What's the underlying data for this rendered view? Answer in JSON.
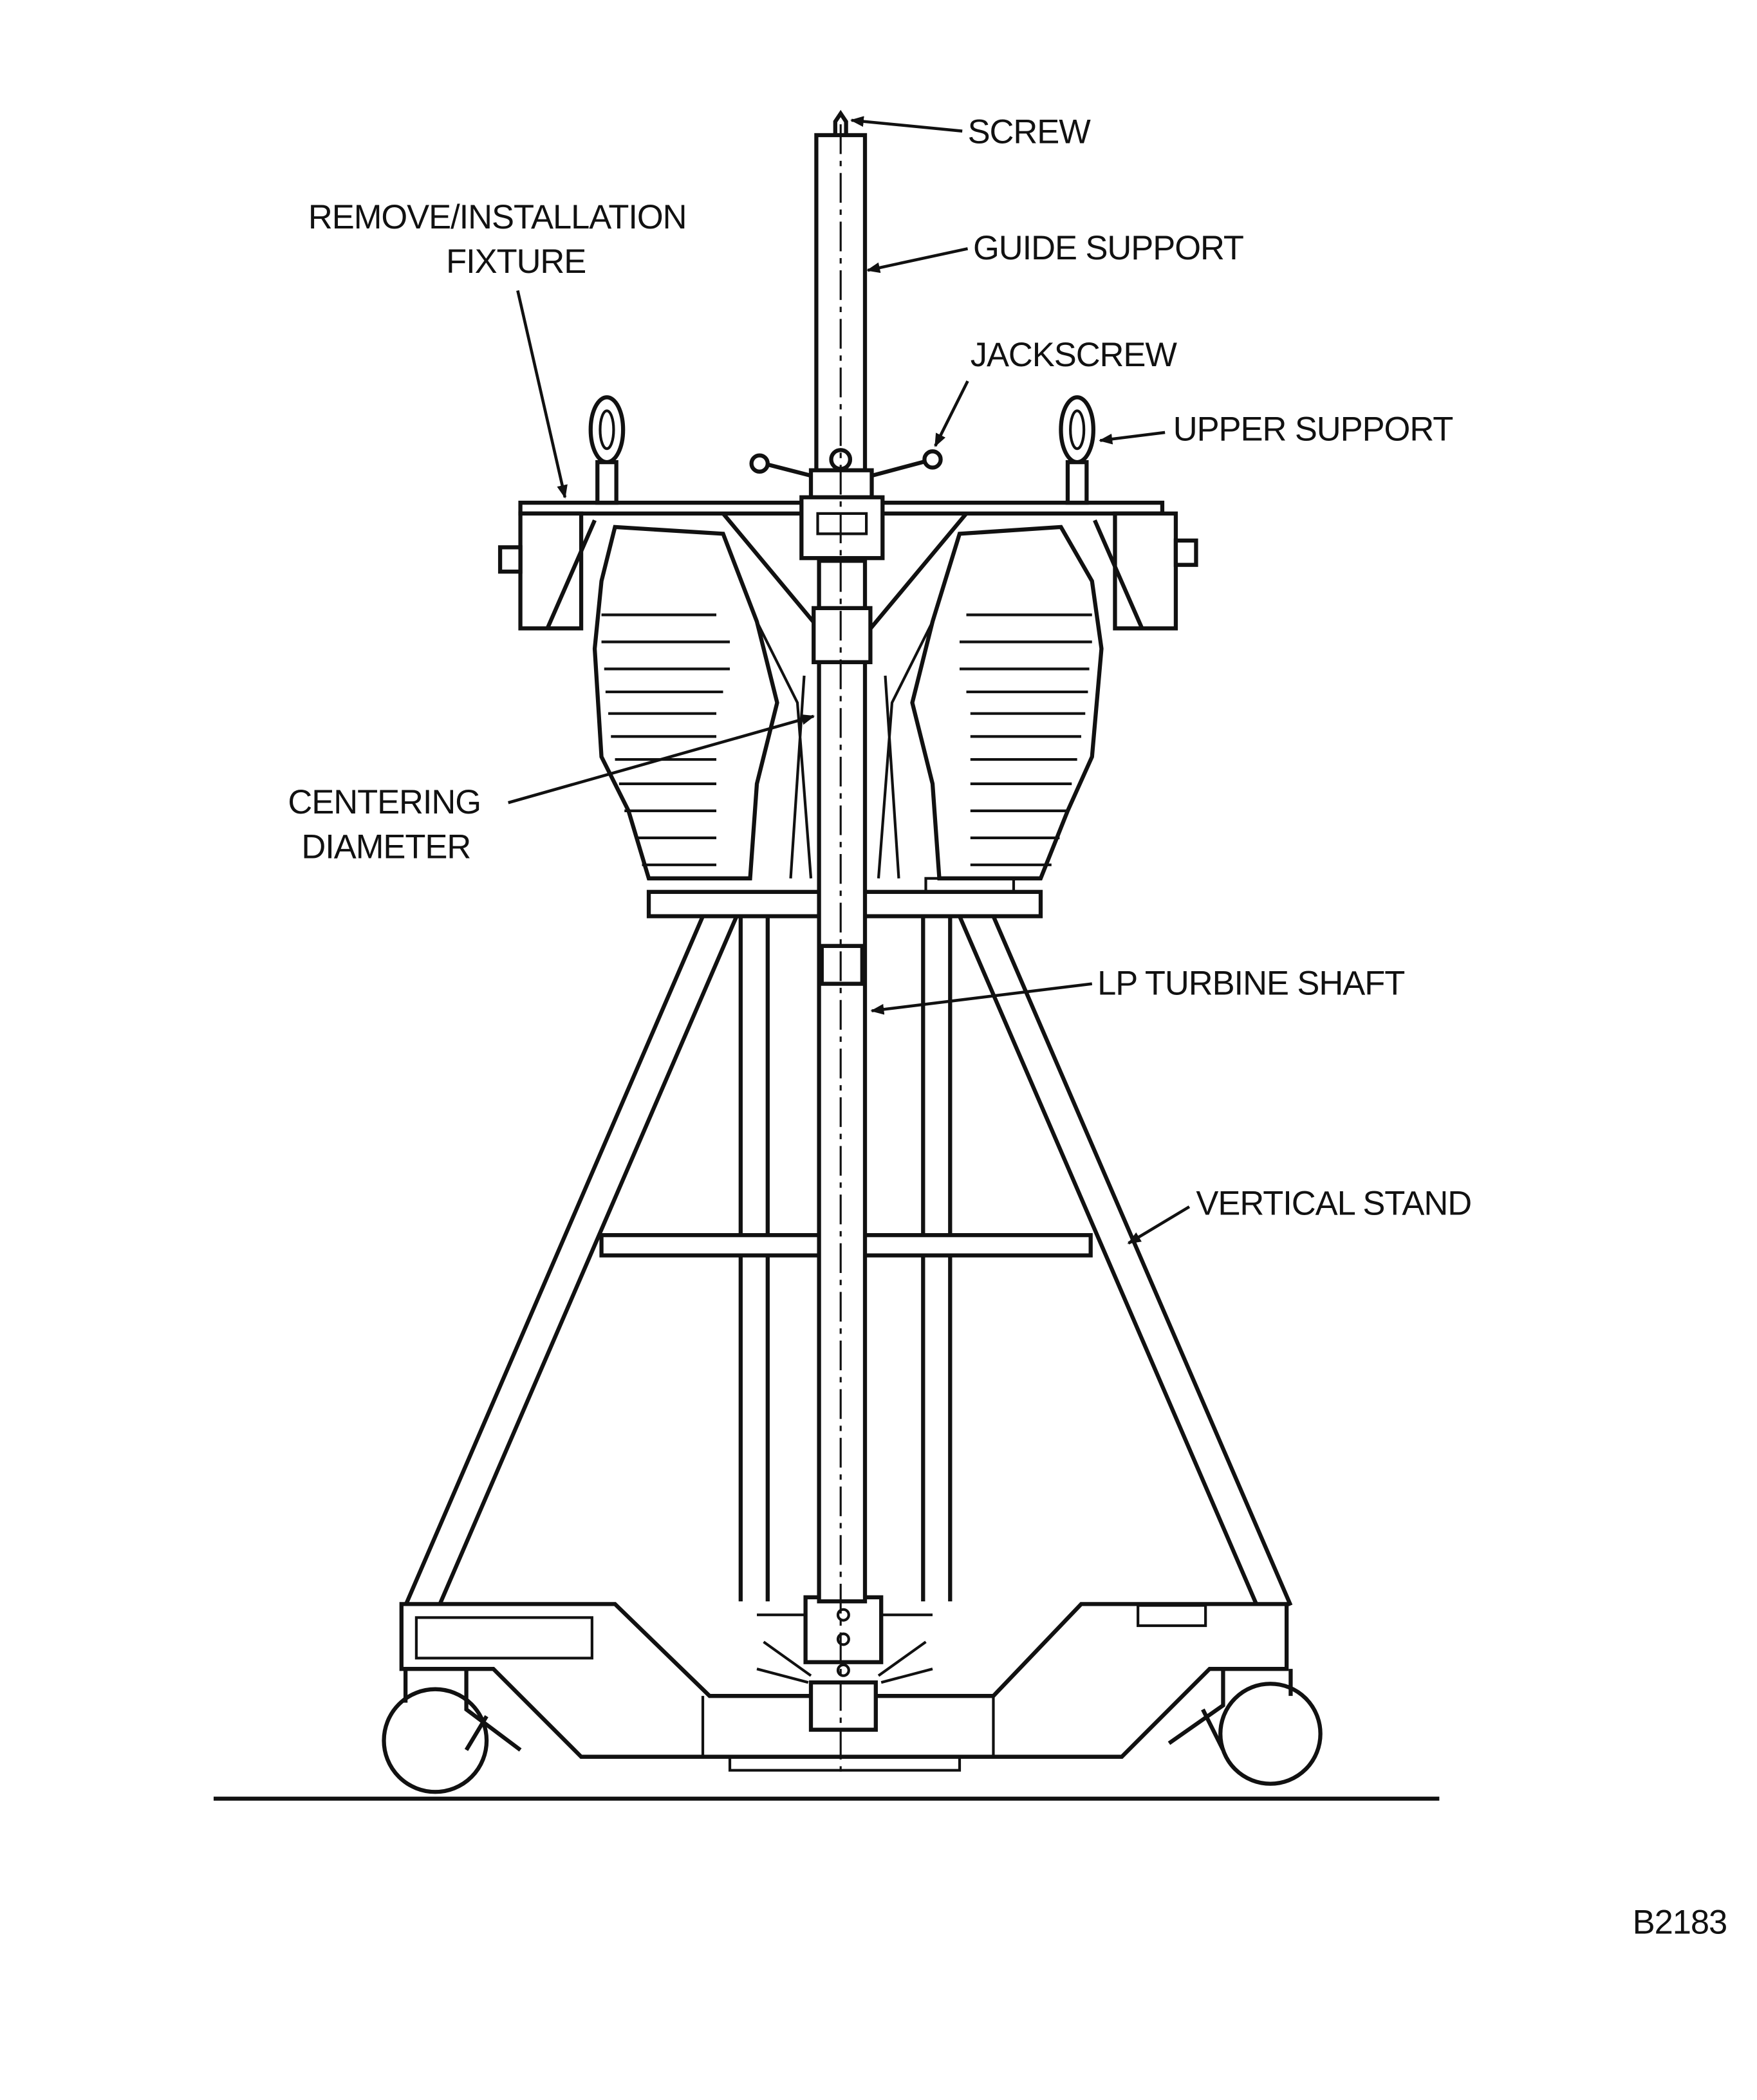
{
  "figure": {
    "id_label": "B2183",
    "labels": {
      "screw": "SCREW",
      "guide_support": "GUIDE SUPPORT",
      "fixture_line1": "REMOVE/INSTALLATION",
      "fixture_line2": "FIXTURE",
      "jackscrew": "JACKSCREW",
      "upper_support": "UPPER SUPPORT",
      "centering_line1": "CENTERING",
      "centering_line2": "DIAMETER",
      "lp_turbine_shaft": "LP TURBINE SHAFT",
      "vertical_stand": "VERTICAL STAND"
    }
  }
}
